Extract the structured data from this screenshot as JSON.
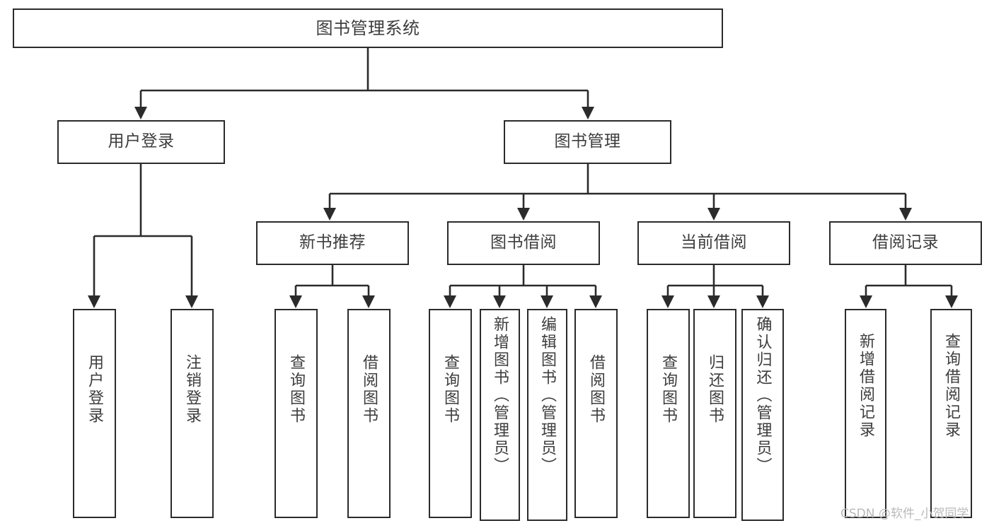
{
  "diagram": {
    "title": "图书管理系统",
    "type": "tree-hierarchy-chart",
    "colors": {
      "border": "#2b2b2b",
      "text": "#3d3d3d",
      "background": "#ffffff",
      "watermark": "#b9b9b9"
    },
    "root": {
      "label": "图书管理系统"
    },
    "level2": [
      {
        "label": "用户登录"
      },
      {
        "label": "图书管理"
      }
    ],
    "level3": [
      {
        "label": "新书推荐"
      },
      {
        "label": "图书借阅"
      },
      {
        "label": "当前借阅"
      },
      {
        "label": "借阅记录"
      }
    ],
    "leaves": {
      "user_login": [
        {
          "label": "用户登录"
        },
        {
          "label": "注销登录"
        }
      ],
      "new_book_recommend": [
        {
          "label": "查询图书"
        },
        {
          "label": "借阅图书"
        }
      ],
      "book_borrow": [
        {
          "label": "查询图书"
        },
        {
          "label": "新增图书（管理员）"
        },
        {
          "label": "编辑图书（管理员）"
        },
        {
          "label": "借阅图书"
        }
      ],
      "current_borrow": [
        {
          "label": "查询图书"
        },
        {
          "label": "归还图书"
        },
        {
          "label": "确认归还（管理员）"
        }
      ],
      "borrow_records": [
        {
          "label": "新增借阅记录"
        },
        {
          "label": "查询借阅记录"
        }
      ]
    },
    "watermark": "CSDN @软件_小贺同学"
  }
}
